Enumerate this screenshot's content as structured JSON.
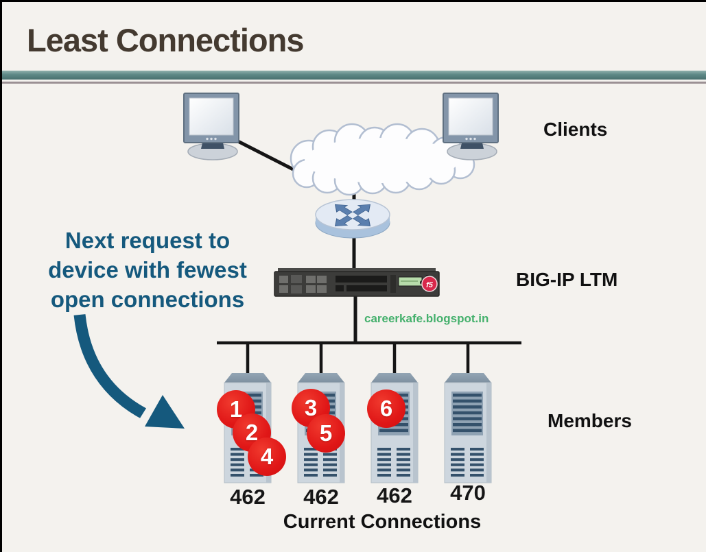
{
  "page": {
    "title": "Least Connections"
  },
  "colors": {
    "bg": "#f4f2ee",
    "title-color": "#443a30",
    "divider-teal": "#5d8886",
    "annotation-blue": "#15597d",
    "badge-red": "#e01717",
    "watermark-green": "#44b06c",
    "line-black": "#151515"
  },
  "labels": {
    "clients": "Clients",
    "big_ip": "BIG-IP LTM",
    "members": "Members",
    "current_connections": "Current Connections",
    "watermark": "careerkafe.blogspot.in",
    "f5_logo": "f5"
  },
  "annotation": {
    "line1": "Next request to",
    "line2": "device with fewest",
    "line3": "open connections"
  },
  "servers": [
    {
      "name": "member-1",
      "count": "462"
    },
    {
      "name": "member-2",
      "count": "462"
    },
    {
      "name": "member-3",
      "count": "462"
    },
    {
      "name": "member-4",
      "count": "470"
    }
  ],
  "requests": [
    {
      "label": "1",
      "server": 1
    },
    {
      "label": "2",
      "server": 1
    },
    {
      "label": "4",
      "server": 1
    },
    {
      "label": "3",
      "server": 2
    },
    {
      "label": "5",
      "server": 2
    },
    {
      "label": "6",
      "server": 3
    }
  ]
}
